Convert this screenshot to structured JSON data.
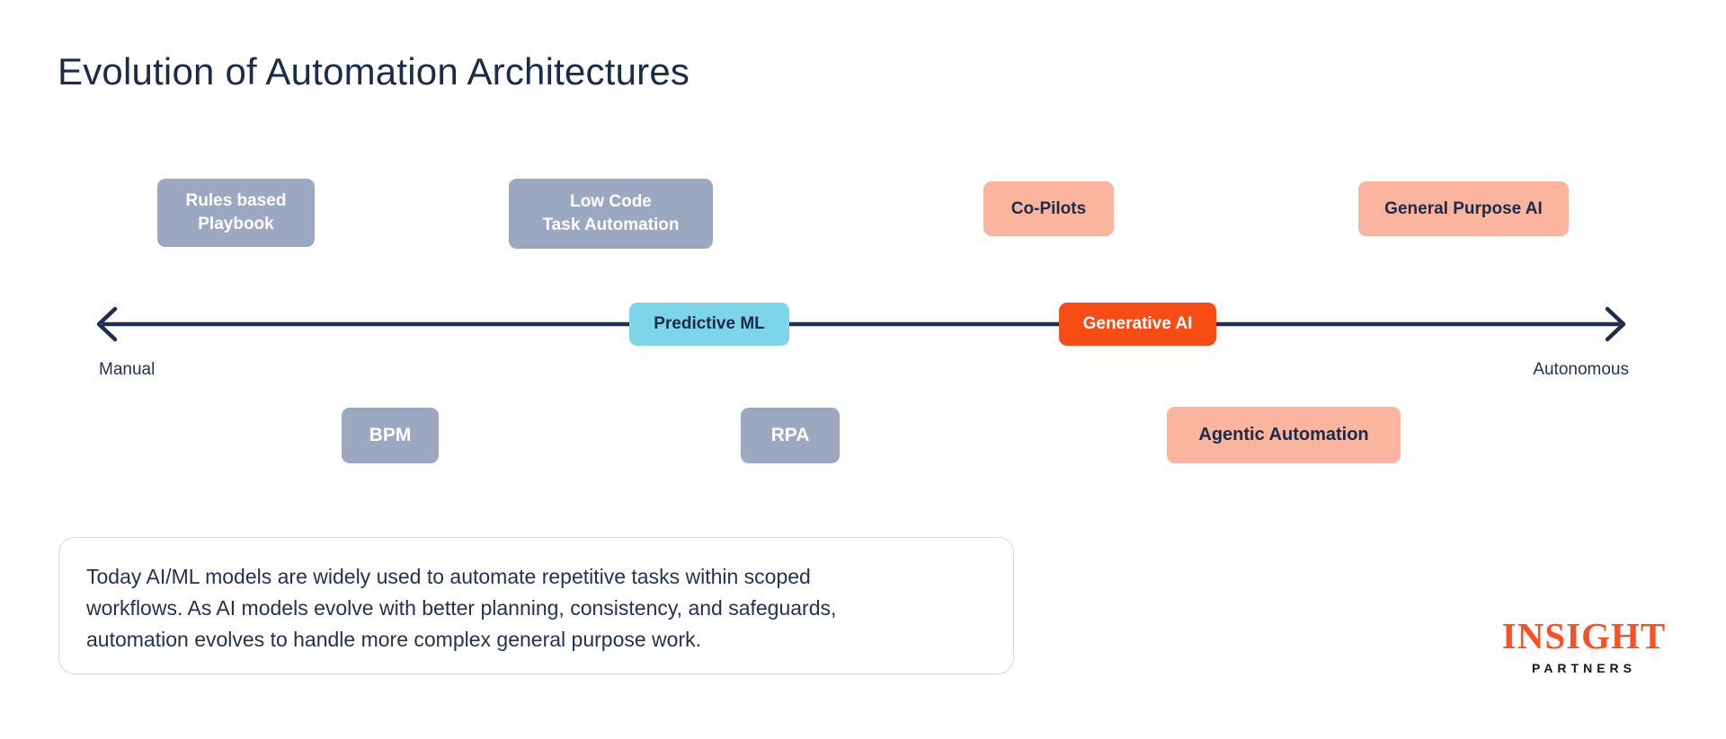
{
  "page": {
    "title": "Evolution of Automation Architectures"
  },
  "colors": {
    "navy_text": "#1b2b49",
    "slate_box": "#9ca7c2",
    "salmon_box": "#fbb49d",
    "cyan_box": "#7cd5e9",
    "orange_box": "#f84c15",
    "arrow": "#1e2e4d",
    "note_border": "#d8d8d8",
    "logo_orange": "#f85125"
  },
  "timeline": {
    "left_label": "Manual",
    "right_label": "Autonomous",
    "boxes": [
      {
        "id": "rules-based-playbook",
        "label": "Rules based\nPlaybook",
        "row": "above",
        "style": "slate"
      },
      {
        "id": "low-code-task-automation",
        "label": "Low Code\nTask Automation",
        "row": "above",
        "style": "slate"
      },
      {
        "id": "co-pilots",
        "label": "Co-Pilots",
        "row": "above",
        "style": "salmon"
      },
      {
        "id": "general-purpose-ai",
        "label": "General Purpose AI",
        "row": "above",
        "style": "salmon"
      },
      {
        "id": "predictive-ml",
        "label": "Predictive ML",
        "row": "on-line",
        "style": "cyan"
      },
      {
        "id": "generative-ai",
        "label": "Generative AI",
        "row": "on-line",
        "style": "orange"
      },
      {
        "id": "bpm",
        "label": "BPM",
        "row": "below",
        "style": "slate"
      },
      {
        "id": "rpa",
        "label": "RPA",
        "row": "below",
        "style": "slate"
      },
      {
        "id": "agentic-automation",
        "label": "Agentic Automation",
        "row": "below",
        "style": "salmon"
      }
    ]
  },
  "note": {
    "lines": [
      "Today AI/ML models are widely used to automate repetitive tasks within scoped",
      "workflows. As AI models evolve with better planning, consistency, and safeguards,",
      "automation evolves to handle more complex general purpose work."
    ]
  },
  "logo": {
    "primary": "INSIGHT",
    "secondary": "PARTNERS"
  }
}
